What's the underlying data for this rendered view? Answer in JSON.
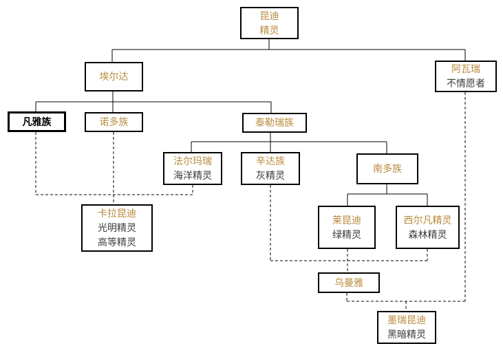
{
  "palette": {
    "accent": "#b88a3c",
    "text-dark": "#3b3b3b",
    "border": "#000000",
    "line": "#000000",
    "background": "#ffffff"
  },
  "nodes": {
    "quendi": {
      "lines": [
        "昆迪",
        "精灵"
      ]
    },
    "eldar": {
      "lines": [
        "埃尔达"
      ]
    },
    "avari": {
      "lines": [
        "阿瓦瑞",
        "不情愿者"
      ]
    },
    "vanyar": {
      "lines": [
        "凡雅族"
      ]
    },
    "noldor": {
      "lines": [
        "诺多族"
      ]
    },
    "teleri": {
      "lines": [
        "泰勒瑞族"
      ]
    },
    "falmari": {
      "lines": [
        "法尔玛瑞",
        "海洋精灵"
      ]
    },
    "sindar": {
      "lines": [
        "辛达族",
        "灰精灵"
      ]
    },
    "nandor": {
      "lines": [
        "南多族"
      ]
    },
    "calaquendi": {
      "lines": [
        "卡拉昆迪",
        "光明精灵",
        "高等精灵"
      ]
    },
    "laiquendi": {
      "lines": [
        "莱昆迪",
        "绿精灵"
      ]
    },
    "silvan": {
      "lines": [
        "西尔凡精灵",
        "森林精灵"
      ]
    },
    "umanyar": {
      "lines": [
        "乌曼雅"
      ]
    },
    "moriquendi": {
      "lines": [
        "墨瑞昆迪",
        "黑暗精灵"
      ]
    }
  },
  "line_styles": {
    "solid": "direct descent",
    "dashed": "classification grouping"
  }
}
